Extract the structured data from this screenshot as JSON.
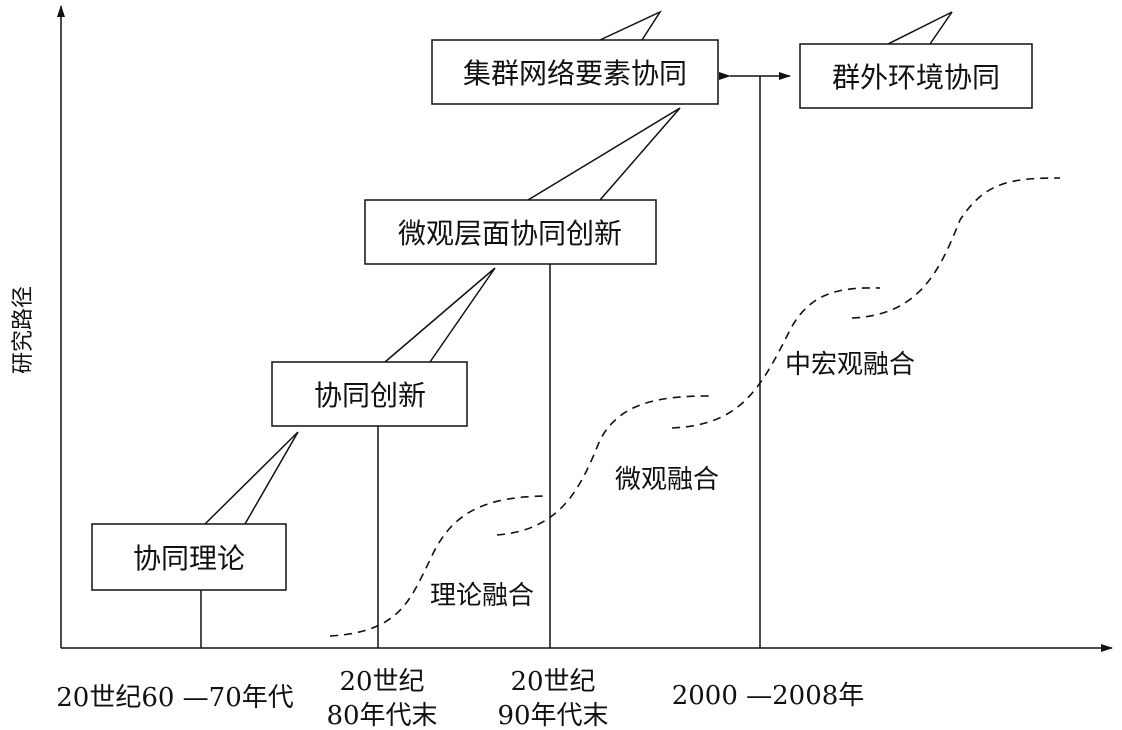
{
  "axis": {
    "y_label": "研究路径"
  },
  "x_ticks": [
    {
      "line1": "20世纪60 —70年代",
      "line2": ""
    },
    {
      "line1": "20世纪",
      "line2": "80年代末"
    },
    {
      "line1": "20世纪",
      "line2": "90年代末"
    },
    {
      "line1": "2000 —2008年",
      "line2": ""
    }
  ],
  "stages": [
    {
      "label": "协同理论"
    },
    {
      "label": "协同创新"
    },
    {
      "label": "微观层面协同创新"
    },
    {
      "label": "集群网络要素协同"
    },
    {
      "label": "群外环境协同"
    }
  ],
  "fusion_labels": [
    {
      "label": "理论融合"
    },
    {
      "label": "微观融合"
    },
    {
      "label": "中宏观融合"
    }
  ]
}
